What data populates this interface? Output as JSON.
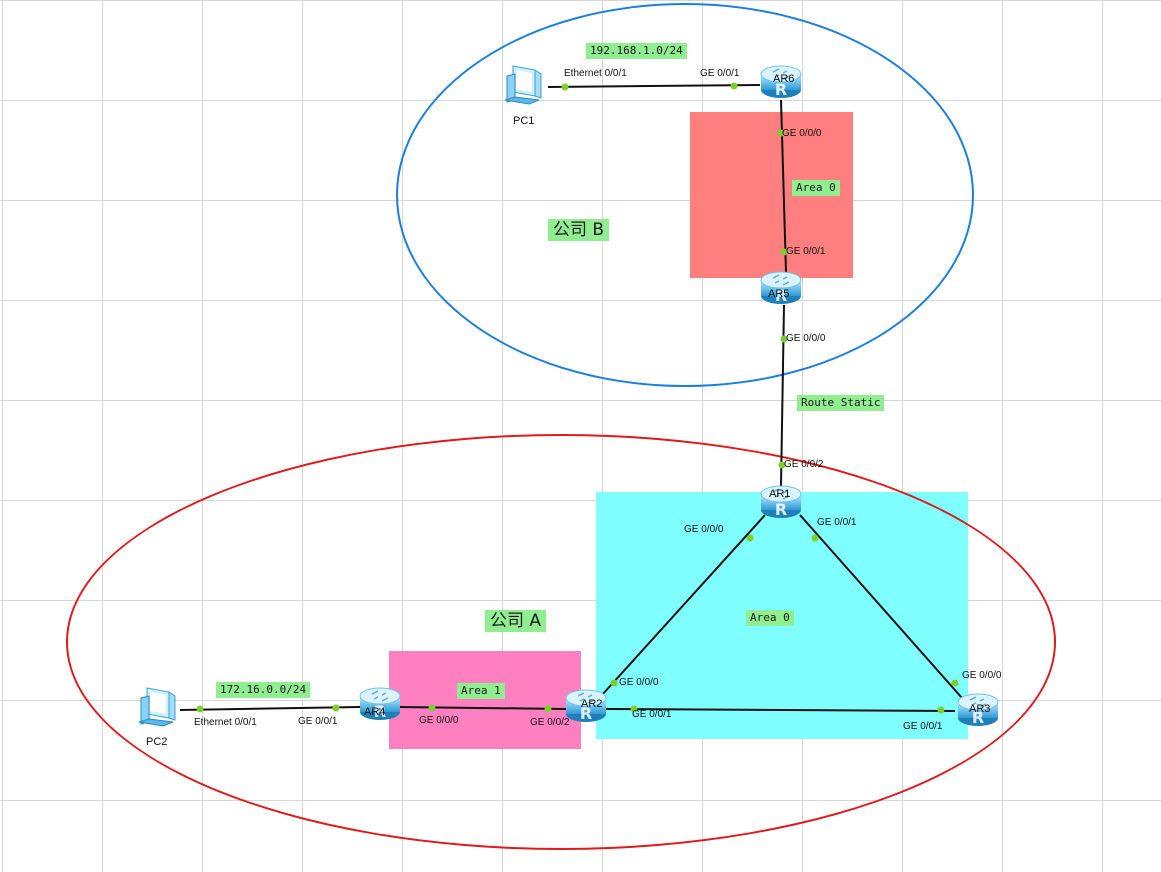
{
  "colors": {
    "company_b_ellipse": "#1a7fe0",
    "company_a_ellipse": "#e01a1a",
    "area0_top": "#ff7f7f",
    "area0_bottom": "#7fffff",
    "area1": "#ff80c0",
    "tag_bg": "#90ee90",
    "port_dot": "#7ccf2a",
    "link": "#111111"
  },
  "labels": {
    "company_b": "公司 B",
    "company_a": "公司 A",
    "area0_top": "Area 0",
    "area0_bottom": "Area 0",
    "area1": "Area 1",
    "net_b": "192.168.1.0/24",
    "net_a": "172.16.0.0/24",
    "route_static": "Route Static"
  },
  "devices": {
    "pc1": {
      "label": "PC1",
      "icon": "pc-icon"
    },
    "pc2": {
      "label": "PC2",
      "icon": "pc-icon"
    },
    "ar1": {
      "label": "AR1",
      "icon": "router-icon"
    },
    "ar2": {
      "label": "AR2",
      "icon": "router-icon"
    },
    "ar3": {
      "label": "AR3",
      "icon": "router-icon"
    },
    "ar4": {
      "label": "AR4",
      "icon": "router-icon"
    },
    "ar5": {
      "label": "AR5",
      "icon": "router-icon"
    },
    "ar6": {
      "label": "AR6",
      "icon": "router-icon"
    }
  },
  "ports": {
    "pc1_eth": "Ethernet 0/0/1",
    "ar6_ge001": "GE 0/0/1",
    "ar6_ge000": "GE 0/0/0",
    "ar5_ge001": "GE 0/0/1",
    "ar5_ge000": "GE 0/0/0",
    "ar1_ge002": "GE 0/0/2",
    "ar1_ge000": "GE 0/0/0",
    "ar1_ge001": "GE 0/0/1",
    "ar2_ge000": "GE 0/0/0",
    "ar2_ge001": "GE 0/0/1",
    "ar2_ge002": "GE 0/0/2",
    "ar3_ge000": "GE 0/0/0",
    "ar3_ge001": "GE 0/0/1",
    "ar4_ge000": "GE 0/0/0",
    "ar4_ge001": "GE 0/0/1",
    "pc2_eth": "Ethernet 0/0/1"
  }
}
